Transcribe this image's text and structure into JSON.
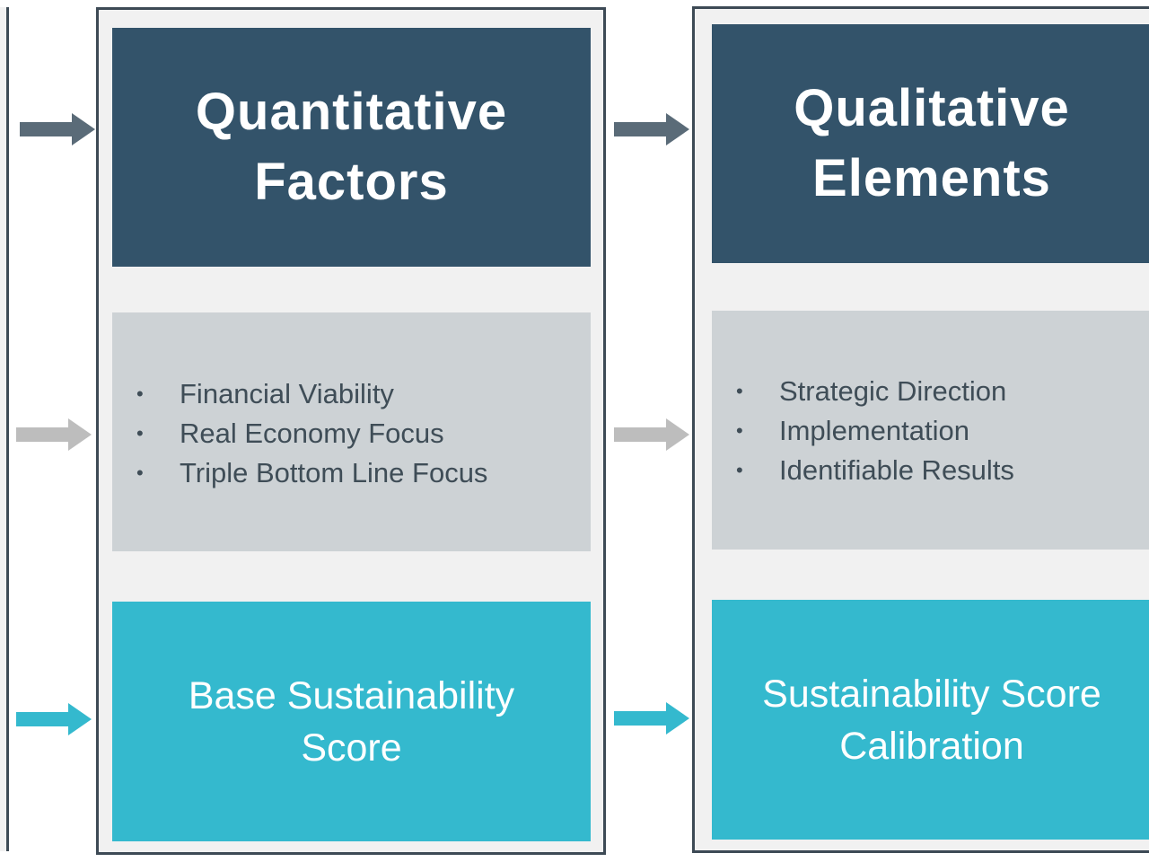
{
  "columns": [
    {
      "header": [
        "Quantitative",
        "Factors"
      ],
      "items": [
        "Financial Viability",
        "Real Economy Focus",
        "Triple Bottom Line Focus"
      ],
      "result": [
        "Base Sustainability",
        "Score"
      ]
    },
    {
      "header": [
        "Qualitative",
        "Elements"
      ],
      "items": [
        "Strategic Direction",
        "Implementation",
        "Identifiable Results"
      ],
      "result": [
        "Sustainability Score",
        "Calibration"
      ]
    }
  ],
  "colors": {
    "header_fill": "#33536a",
    "list_fill": "#cdd2d5",
    "result_fill": "#34b9ce",
    "frame_stroke": "#3d4a55",
    "frame_fill": "#f1f1f1",
    "arrow_dark": "#5a6b78",
    "arrow_gray": "#bdbdbd",
    "arrow_teal": "#34b9ce"
  },
  "arrows": [
    {
      "row": "header",
      "color": "arrow_dark"
    },
    {
      "row": "list",
      "color": "arrow_gray"
    },
    {
      "row": "result",
      "color": "arrow_teal"
    }
  ]
}
